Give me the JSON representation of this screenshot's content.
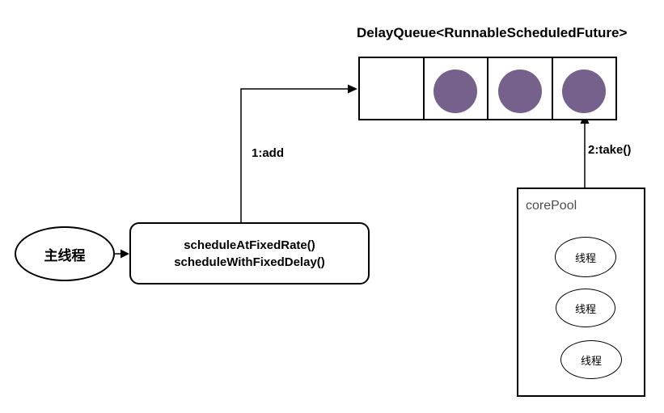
{
  "diagram": {
    "title": "DelayQueue<RunnableScheduledFuture>",
    "queue": {
      "cells": [
        false,
        true,
        true,
        true
      ]
    },
    "edges": {
      "add_label": "1:add",
      "take_label": "2:take()"
    },
    "main_thread": {
      "label": "主线程"
    },
    "schedule_box": {
      "line1": "scheduleAtFixedRate()",
      "line2": "scheduleWithFixedDelay()"
    },
    "core_pool": {
      "label": "corePool",
      "threads": [
        "线程",
        "线程",
        "线程"
      ]
    }
  },
  "colors": {
    "node_fill": "#76618D",
    "stroke": "#000000",
    "corepool_label": "#4d4d4d"
  }
}
